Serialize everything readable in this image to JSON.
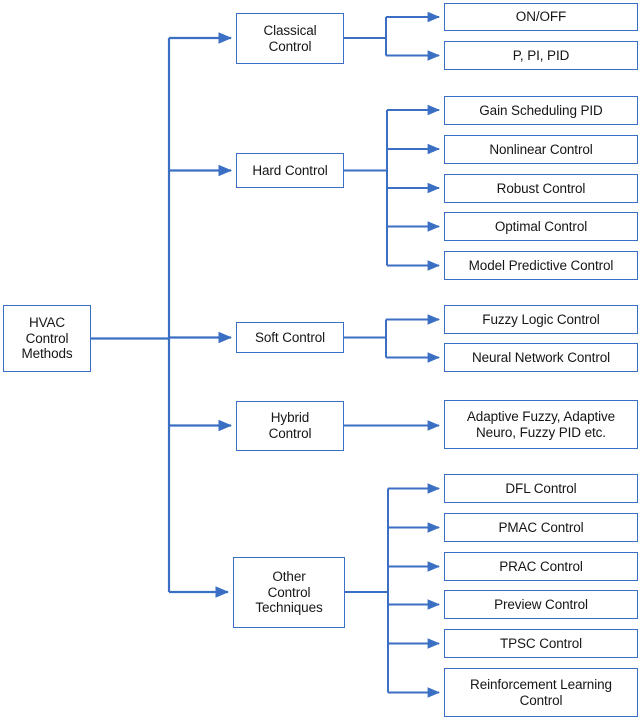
{
  "diagram": {
    "title": "HVAC Control Methods",
    "type": "tree-hierarchy",
    "accent_color": "#3b6fc4",
    "node_fill": "#ffffff",
    "text_color": "#161616",
    "root": {
      "label": "HVAC\nControl\nMethods",
      "label_lines": [
        "HVAC",
        "Control",
        "Methods"
      ]
    },
    "branches": [
      {
        "id": "classical-control",
        "label_lines": [
          "Classical",
          "Control"
        ],
        "children": [
          {
            "id": "on-off",
            "label_lines": [
              "ON/OFF"
            ]
          },
          {
            "id": "p-pi-pid",
            "label_lines": [
              "P, PI, PID"
            ]
          }
        ]
      },
      {
        "id": "hard-control",
        "label_lines": [
          "Hard Control"
        ],
        "children": [
          {
            "id": "gain-scheduling-pid",
            "label_lines": [
              "Gain Scheduling PID"
            ]
          },
          {
            "id": "nonlinear-control",
            "label_lines": [
              "Nonlinear Control"
            ]
          },
          {
            "id": "robust-control",
            "label_lines": [
              "Robust Control"
            ]
          },
          {
            "id": "optimal-control",
            "label_lines": [
              "Optimal Control"
            ]
          },
          {
            "id": "model-predictive-control",
            "label_lines": [
              "Model Predictive Control"
            ]
          }
        ]
      },
      {
        "id": "soft-control",
        "label_lines": [
          "Soft Control"
        ],
        "children": [
          {
            "id": "fuzzy-logic-control",
            "label_lines": [
              "Fuzzy Logic Control"
            ]
          },
          {
            "id": "neural-network-control",
            "label_lines": [
              "Neural Network Control"
            ]
          }
        ]
      },
      {
        "id": "hybrid-control",
        "label_lines": [
          "Hybrid",
          "Control"
        ],
        "children": [
          {
            "id": "adaptive-methods",
            "label_lines": [
              "Adaptive Fuzzy, Adaptive",
              "Neuro, Fuzzy PID etc."
            ]
          }
        ]
      },
      {
        "id": "other-control-techniques",
        "label_lines": [
          "Other",
          "Control",
          "Techniques"
        ],
        "children": [
          {
            "id": "dfl-control",
            "label_lines": [
              "DFL Control"
            ]
          },
          {
            "id": "pmac-control",
            "label_lines": [
              "PMAC Control"
            ]
          },
          {
            "id": "prac-control",
            "label_lines": [
              "PRAC Control"
            ]
          },
          {
            "id": "preview-control",
            "label_lines": [
              "Preview Control"
            ]
          },
          {
            "id": "tpsc-control",
            "label_lines": [
              "TPSC Control"
            ]
          },
          {
            "id": "reinforcement-learning-control",
            "label_lines": [
              "Reinforcement Learning",
              "Control"
            ]
          }
        ]
      }
    ]
  },
  "nodes": {
    "root": "HVAC\nControl\nMethods",
    "classical_control": "Classical\nControl",
    "hard_control": "Hard Control",
    "soft_control": "Soft Control",
    "hybrid_control": "Hybrid\nControl",
    "other_control_techniques": "Other\nControl\nTechniques",
    "on_off": "ON/OFF",
    "p_pi_pid": "P, PI, PID",
    "gain_scheduling_pid": "Gain Scheduling PID",
    "nonlinear_control": "Nonlinear Control",
    "robust_control": "Robust Control",
    "optimal_control": "Optimal Control",
    "model_predictive_control": "Model Predictive Control",
    "fuzzy_logic_control": "Fuzzy Logic Control",
    "neural_network_control": "Neural Network Control",
    "adaptive_methods": "Adaptive Fuzzy, Adaptive\nNeuro, Fuzzy PID etc.",
    "dfl_control": "DFL Control",
    "pmac_control": "PMAC Control",
    "prac_control": "PRAC Control",
    "preview_control": "Preview Control",
    "tpsc_control": "TPSC Control",
    "reinforcement_learning_control": "Reinforcement Learning\nControl"
  }
}
